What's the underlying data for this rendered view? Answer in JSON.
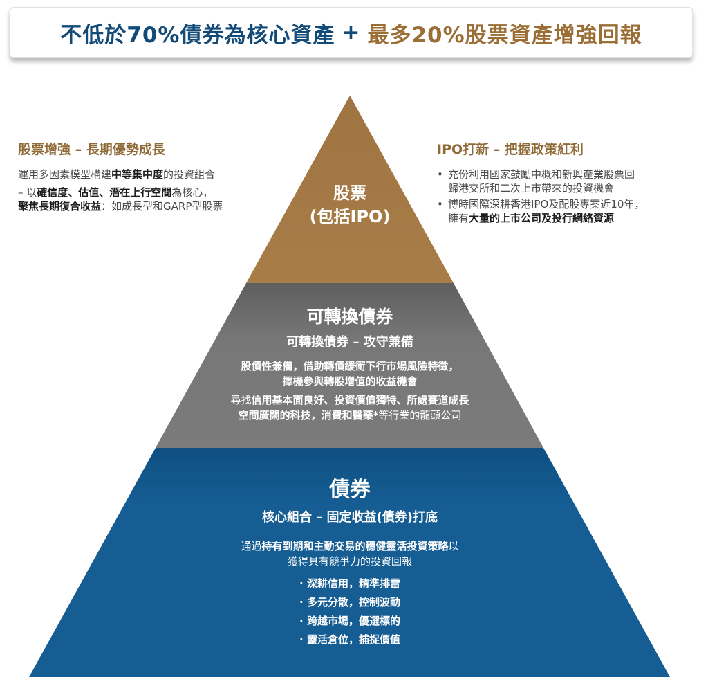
{
  "header": {
    "part_a": "不低於70%債券為核心資產",
    "plus": "+",
    "part_b": "最多20%股票資產增強回報"
  },
  "left_panel": {
    "heading": "股票增強 – 長期優勢成長",
    "line1_pre": "運用多因素模型構建",
    "line1_bold": "中等集中度",
    "line1_post": "的投資組合",
    "line2_pre": "– 以",
    "line2_bold": "確信度、估值、潛在上行空間",
    "line2_post": "為核心，",
    "line3_bold": "聚焦長期復合收益",
    "line3_post": "：如成長型和GARP型股票"
  },
  "right_panel": {
    "heading": "IPO打新 – 把握政策紅利",
    "bullet1_line1": "充份利用國家鼓勵中概和新興產業股票回",
    "bullet1_line2": "歸港交所和二次上市帶來的投資機會",
    "bullet2_line1": "博時國際深耕香港IPO及配股專案近10年，",
    "bullet2_line2_pre": "擁有",
    "bullet2_line2_bold": "大量的上市公司及投行網絡資源"
  },
  "top_layer": {
    "title_line1": "股票",
    "title_line2": "(包括IPO)"
  },
  "middle_layer": {
    "title": "可轉換債券",
    "subtitle": "可轉換債券 – 攻守兼備",
    "desc_line1": "股債性兼備，借助轉債緩衝下行市場風險特徵，",
    "desc_line2": "擇機參與轉股增值的收益機會",
    "desc2_line1_pre": "尋找",
    "desc2_line1_bold": "信用基本面良好、投資價值獨特、所處賽道成長",
    "desc2_line2_bold": "空間廣闊的科技，消費和醫藥*",
    "desc2_line2_post": "等行業的龍頭公司"
  },
  "bottom_layer": {
    "title": "債券",
    "subtitle": "核心組合 – 固定收益(債券)打底",
    "desc_line1_pre": "通過",
    "desc_line1_bold": "持有到期和主動交易的穩健靈活投資策略",
    "desc_line1_post": "以",
    "desc_line2": "獲得具有競爭力的投資回報",
    "items": [
      "· 深耕信用，精準排雷",
      "· 多元分散，控制波動",
      "· 跨越市場，優選標的",
      "· 靈活倉位，捕捉價值"
    ]
  },
  "colors": {
    "top": "#a47a46",
    "middle": "#777777",
    "bottom": "#155d93",
    "navy": "#124a78",
    "gold": "#9b6e36"
  }
}
